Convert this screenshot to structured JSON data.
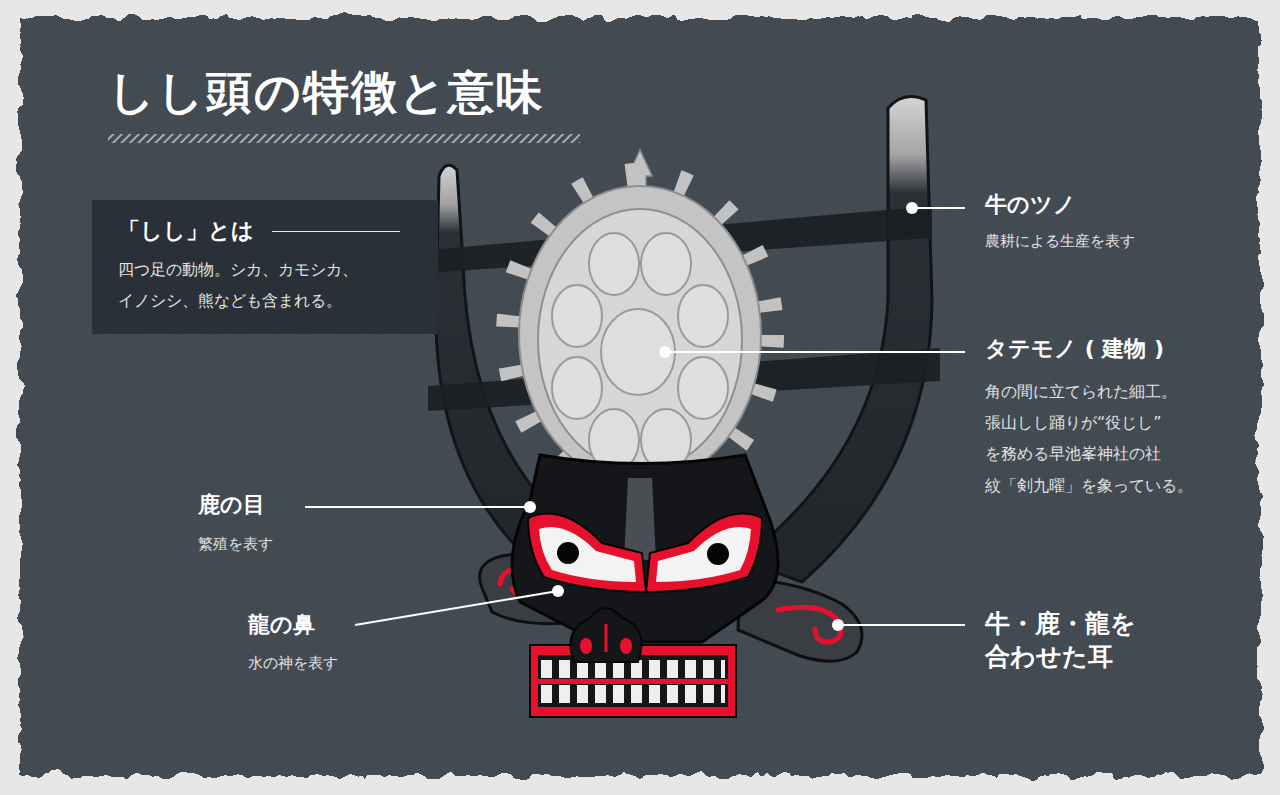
{
  "diagram": {
    "title": "しし頭の特徴と意味",
    "nodes": [
      {
        "text": [
          "「しし」とは",
          "四つ足の動物。シカ、カモシカ、 イノシシ、熊なども含まれる。"
        ]
      }
    ],
    "labels": [
      "牛のツノ",
      "農耕による生産を表す",
      "タテモノ ( 建物 )",
      "角の間に立てられた細工。 張山しし踊りが“役じし” を務める早池峯神社の社 紋「剣九曜」を象っている。",
      "鹿の目",
      "繁殖を表す",
      "龍の鼻",
      "水の神を表す",
      "牛・鹿・龍を 合わせた耳"
    ]
  }
}
